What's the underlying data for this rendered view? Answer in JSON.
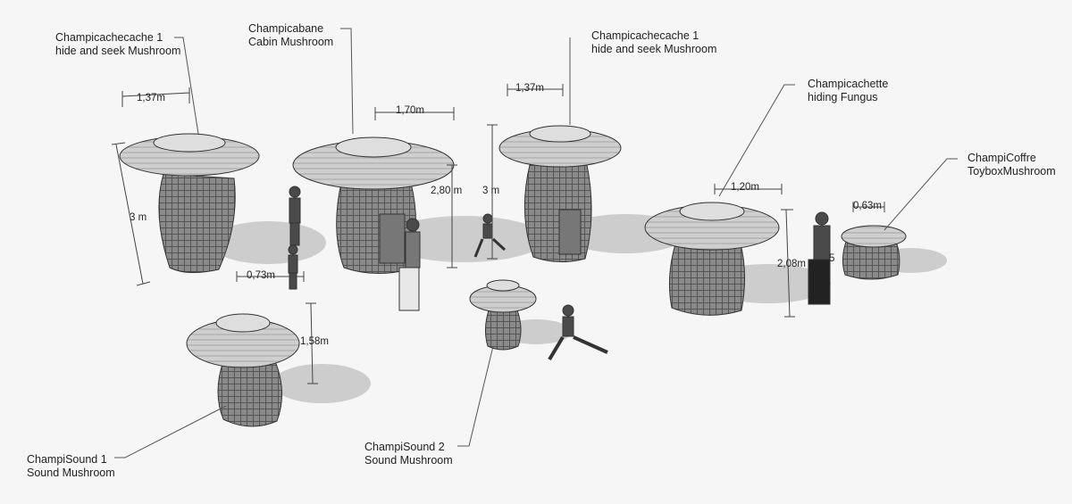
{
  "labels": {
    "l1": {
      "line1": "Champicachecache 1",
      "line2": "hide and seek Mushroom"
    },
    "l2": {
      "line1": "Champicabane",
      "line2": "Cabin Mushroom"
    },
    "l3": {
      "line1": "Champicachecache 1",
      "line2": "hide and seek Mushroom"
    },
    "l4": {
      "line1": "Champicachette",
      "line2": "hiding Fungus"
    },
    "l5": {
      "line1": "ChampiCoffre",
      "line2": "ToyboxMushroom"
    },
    "l6": {
      "line1": "ChampiSound 1",
      "line2": "Sound Mushroom"
    },
    "l7": {
      "line1": "ChampiSound 2",
      "line2": "Sound Mushroom"
    }
  },
  "dimensions": {
    "d1": "1,37m",
    "d2": "3 m",
    "d3": "1,70m",
    "d4": "2,80 m",
    "d5": "1,37m",
    "d6": "3 m",
    "d7": "1,20m",
    "d8": "2,08m",
    "d9": "0,63m",
    "d10": "0,73m",
    "d11": "1,58m",
    "d12": "5"
  }
}
